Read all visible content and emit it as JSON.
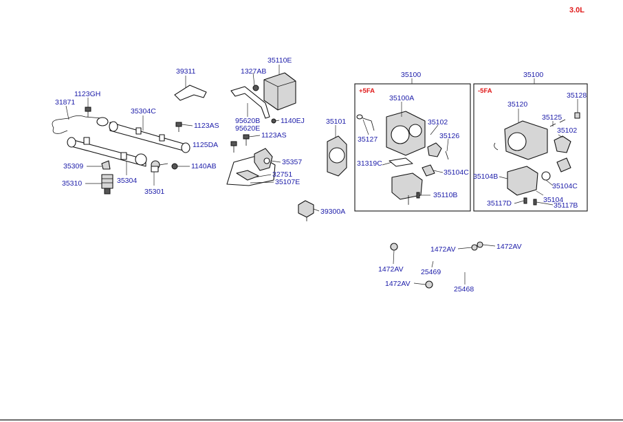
{
  "engine_label": "3.0L",
  "group_labels": {
    "left_box_variant": "+5FA",
    "right_box_variant": "-5FA"
  },
  "parts": {
    "p31871": "31871",
    "p1123GH": "1123GH",
    "p35304C": "35304C",
    "p1123AS_a": "1123AS",
    "p1125DA": "1125DA",
    "p1140AB": "1140AB",
    "p35309": "35309",
    "p35304": "35304",
    "p35310": "35310",
    "p35301": "35301",
    "p39311": "39311",
    "p1327AB": "1327AB",
    "p35110E": "35110E",
    "p95620B": "95620B",
    "p95620E": "95620E",
    "p1140EJ": "1140EJ",
    "p1123AS_b": "1123AS",
    "p35357": "35357",
    "p32751": "32751",
    "p35107E": "35107E",
    "p39300A": "39300A",
    "p35101": "35101",
    "p35100_left": "35100",
    "p35100A": "35100A",
    "p35127": "35127",
    "p35102_left": "35102",
    "p35126": "35126",
    "p31319C": "31319C",
    "p35104C_left": "35104C",
    "p35110B": "35110B",
    "p35100_right": "35100",
    "p35128": "35128",
    "p35120": "35120",
    "p35125": "35125",
    "p35102_right": "35102",
    "p35104B": "35104B",
    "p35104C_right": "35104C",
    "p35104": "35104",
    "p35117D": "35117D",
    "p35117B": "35117B",
    "p1472AV_a": "1472AV",
    "p1472AV_b": "1472AV",
    "p1472AV_c": "1472AV",
    "p1472AV_d": "1472AV",
    "p25469": "25469",
    "p25468": "25468"
  }
}
